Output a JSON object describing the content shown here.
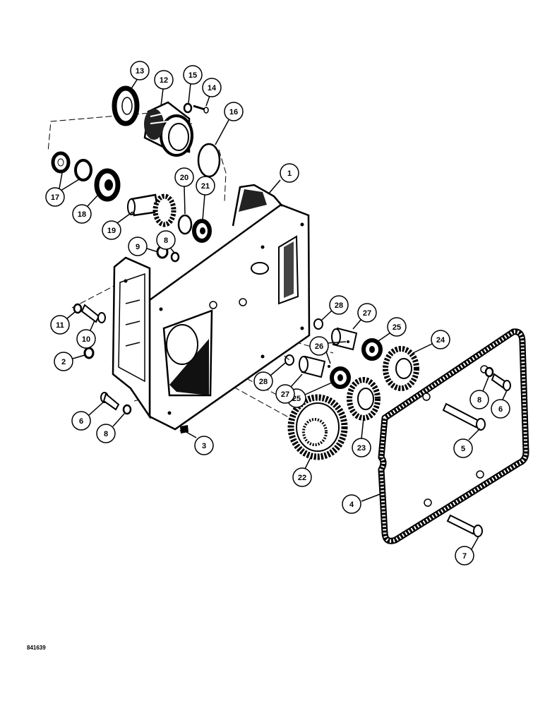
{
  "drawing_code": "841639",
  "callouts": [
    {
      "label": "1"
    },
    {
      "label": "2"
    },
    {
      "label": "3"
    },
    {
      "label": "4"
    },
    {
      "label": "5"
    },
    {
      "label": "6"
    },
    {
      "label": "6"
    },
    {
      "label": "7"
    },
    {
      "label": "8"
    },
    {
      "label": "8"
    },
    {
      "label": "8"
    },
    {
      "label": "9"
    },
    {
      "label": "10"
    },
    {
      "label": "11"
    },
    {
      "label": "12"
    },
    {
      "label": "13"
    },
    {
      "label": "14"
    },
    {
      "label": "15"
    },
    {
      "label": "16"
    },
    {
      "label": "17"
    },
    {
      "label": "18"
    },
    {
      "label": "19"
    },
    {
      "label": "20"
    },
    {
      "label": "21"
    },
    {
      "label": "22"
    },
    {
      "label": "23"
    },
    {
      "label": "24"
    },
    {
      "label": "25"
    },
    {
      "label": "25"
    },
    {
      "label": "26"
    },
    {
      "label": "27"
    },
    {
      "label": "27"
    },
    {
      "label": "28"
    },
    {
      "label": "28"
    }
  ]
}
